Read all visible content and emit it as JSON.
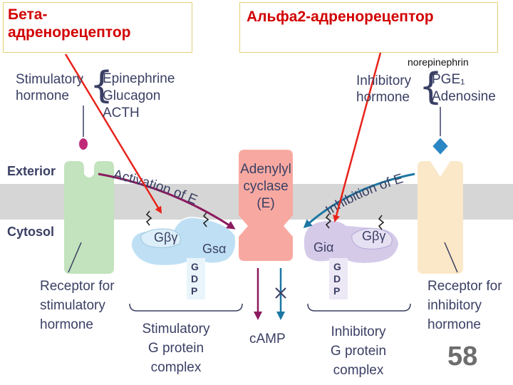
{
  "title_boxes": {
    "beta": "Бета-адренорецептор",
    "alpha2": "Альфа2-адренорецептор"
  },
  "annotation": "norepinephrin",
  "stimulatory": {
    "hormone_label": "Stimulatory\nhormone",
    "hormones": [
      "Epinephrine",
      "Glucagon",
      "ACTH"
    ],
    "receptor_label": "Receptor for\nstimulatory\nhormone",
    "g_beta_gamma": "Gβγ",
    "g_alpha": "Gsα",
    "gdp": [
      "G",
      "D",
      "P"
    ],
    "complex_label": "Stimulatory\nG protein\ncomplex",
    "activation_text": "Activation of E"
  },
  "inhibitory": {
    "hormone_label": "Inhibitory\nhormone",
    "hormones": [
      "PGE₁",
      "Adenosine"
    ],
    "receptor_label": "Receptor for\ninhibitory\nhormone",
    "g_beta_gamma": "Gβγ",
    "g_alpha": "Giα",
    "gdp": [
      "G",
      "D",
      "P"
    ],
    "complex_label": "Inhibitory\nG protein\ncomplex",
    "inhibition_text": "Inhibition of E"
  },
  "membrane": {
    "exterior": "Exterior",
    "cytosol": "Cytosol"
  },
  "adenylyl_cyclase": "Adenylyl\ncyclase\n(E)",
  "product": "cAMP",
  "page_number": "58",
  "colors": {
    "red_arrow": "#e8231b",
    "magenta_arrow": "#8c1a5e",
    "teal_arrow": "#1b77a3",
    "membrane": "#d6d6d6",
    "stim_receptor": "#c2e3bd",
    "inhib_receptor": "#fbe8c8",
    "cyclase": "#f7a9a1",
    "gs_complex": "#bfe0f4",
    "gi_complex": "#d5cbe9"
  }
}
